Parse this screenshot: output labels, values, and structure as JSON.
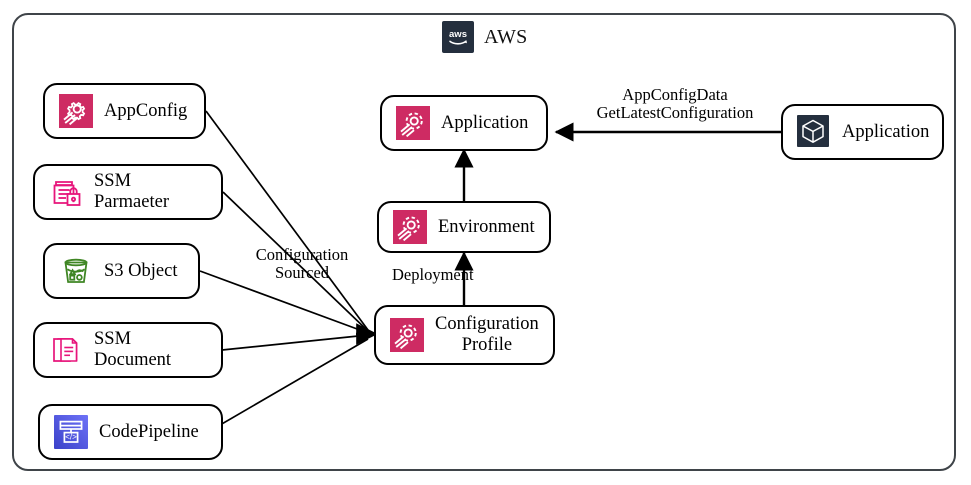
{
  "frame": {
    "name": "aws-cloud-boundary"
  },
  "header": {
    "logo_text": "aws",
    "title": "AWS"
  },
  "colors": {
    "appconfig_pink": "#CE2B63",
    "ssm_pink": "#E7157B",
    "s3_green": "#3F8624",
    "codepipeline_blue": "#4D5BE3",
    "aws_navy": "#242F3E",
    "frame_border": "#3f4449",
    "node_border": "#000000",
    "edge_stroke": "#000000"
  },
  "nodes": {
    "appconfig": {
      "label": "AppConfig",
      "icon": "appconfig-gear-icon"
    },
    "ssm_parameter": {
      "label": "SSM Parmaeter",
      "icon": "ssm-parameter-lock-icon"
    },
    "s3_object": {
      "label": "S3 Object",
      "icon": "s3-bucket-icon"
    },
    "ssm_document": {
      "label": "SSM Document",
      "icon": "ssm-document-icon"
    },
    "codepipeline": {
      "label": "CodePipeline",
      "icon": "codepipeline-icon"
    },
    "application_center": {
      "label": "Application",
      "icon": "appconfig-gear-icon"
    },
    "environment": {
      "label": "Environment",
      "icon": "appconfig-gear-icon"
    },
    "configuration_profile": {
      "label": "Configuration\nProfile",
      "icon": "appconfig-gear-icon"
    },
    "application_external": {
      "label": "Application",
      "icon": "generic-application-cube-icon"
    }
  },
  "edge_labels": {
    "configuration_sourced": "Configuration\nSourced",
    "deployment": "Deployment",
    "appconfigdata": "AppConfigData\nGetLatestConfiguration"
  }
}
